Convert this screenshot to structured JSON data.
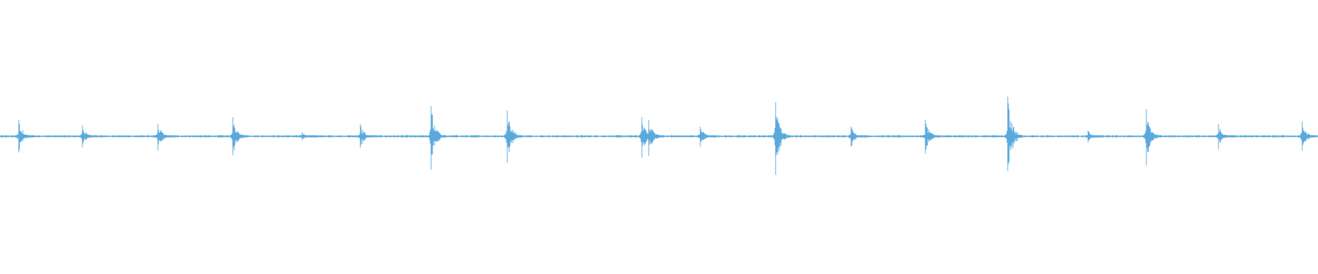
{
  "waveform": {
    "color": "#5aa9dd",
    "background": "#ffffff",
    "bursts": [
      {
        "pos": 0.0142,
        "amp": 0.12
      },
      {
        "pos": 0.0625,
        "amp": 0.08
      },
      {
        "pos": 0.1198,
        "amp": 0.09
      },
      {
        "pos": 0.1766,
        "amp": 0.14
      },
      {
        "pos": 0.2292,
        "amp": 0.03
      },
      {
        "pos": 0.2734,
        "amp": 0.09
      },
      {
        "pos": 0.3271,
        "amp": 0.22
      },
      {
        "pos": 0.3849,
        "amp": 0.19
      },
      {
        "pos": 0.487,
        "amp": 0.14
      },
      {
        "pos": 0.4922,
        "amp": 0.12
      },
      {
        "pos": 0.5313,
        "amp": 0.07
      },
      {
        "pos": 0.5885,
        "amp": 0.25
      },
      {
        "pos": 0.6458,
        "amp": 0.07
      },
      {
        "pos": 0.7021,
        "amp": 0.12
      },
      {
        "pos": 0.7646,
        "amp": 0.29
      },
      {
        "pos": 0.8255,
        "amp": 0.04
      },
      {
        "pos": 0.8698,
        "amp": 0.2
      },
      {
        "pos": 0.9245,
        "amp": 0.09
      },
      {
        "pos": 0.988,
        "amp": 0.11
      }
    ]
  }
}
